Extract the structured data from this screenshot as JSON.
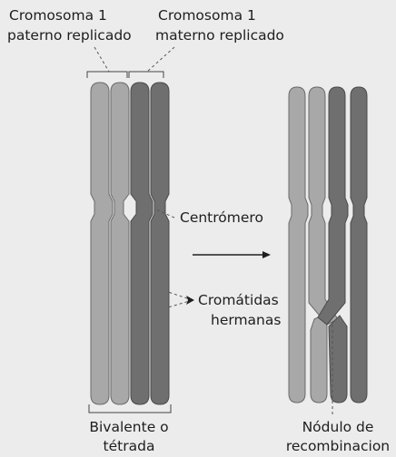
{
  "labels": {
    "paternal_line1": "Cromosoma 1",
    "paternal_line2": "paterno replicado",
    "maternal_line1": "Cromosoma 1",
    "maternal_line2": "materno replicado",
    "centromere": "Centrómero",
    "sister_line1": "Cromátidas",
    "sister_line2": "hermanas",
    "bivalent_line1": "Bivalente o",
    "bivalent_line2": "tétrada",
    "nodule_line1": "Nódulo de",
    "nodule_line2": "recombinacion"
  },
  "colors": {
    "paternal": "#a8a8a8",
    "maternal": "#6f6f6f",
    "background": "#ececec"
  }
}
